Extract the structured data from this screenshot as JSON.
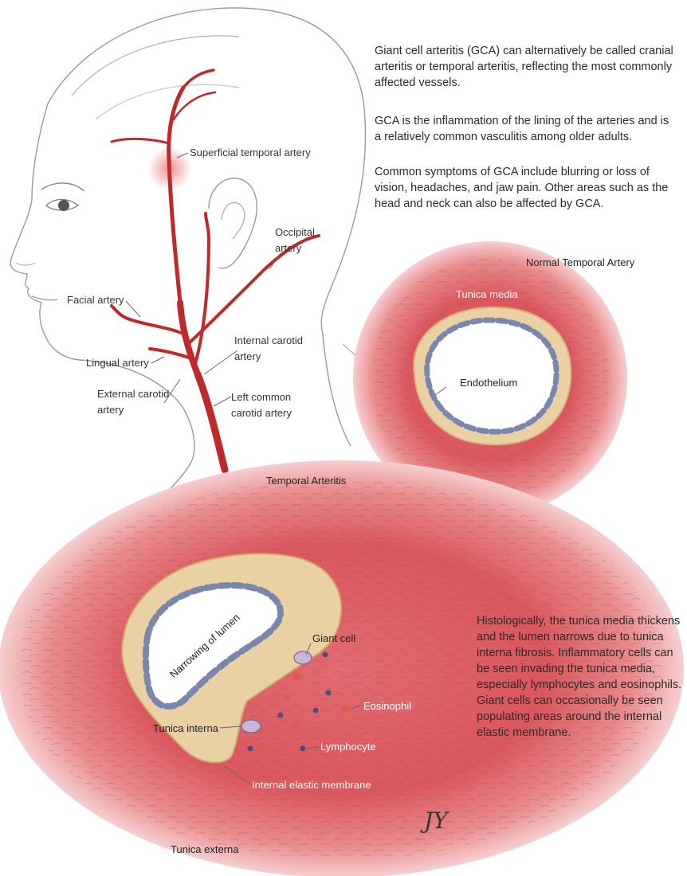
{
  "intro": {
    "p1": "Giant cell arteritis (GCA) can alternatively be called cranial arteritis or temporal arteritis, reflecting the most commonly affected vessels.",
    "p2": "GCA is the inflammation of the lining of the arteries and is a relatively common vasculitis among older adults.",
    "p3": "Common symptoms of GCA include blurring or loss of vision, headaches, and jaw pain. Other areas such as the head and neck can also be affected by GCA."
  },
  "head_labels": {
    "superficial_temporal": "Superficial temporal artery",
    "occipital_1": "Occipital",
    "occipital_2": "artery",
    "facial": "Facial artery",
    "internal_carotid_1": "Internal carotid",
    "internal_carotid_2": "artery",
    "lingual": "Lingual artery",
    "external_carotid_1": "External carotid",
    "external_carotid_2": "artery",
    "left_common_1": "Left common",
    "left_common_2": "carotid artery"
  },
  "normal_artery": {
    "title": "Normal Temporal Artery",
    "tunica_media": "Tunica media",
    "endothelium": "Endothelium"
  },
  "arteritis": {
    "title": "Temporal Arteritis",
    "narrowing": "Narrowing of lumen",
    "giant_cell": "Giant cell",
    "eosinophil": "Eosinophil",
    "tunica_interna": "Tunica interna",
    "lymphocyte": "Lymphocyte",
    "internal_elastic": "Internal elastic membrane",
    "tunica_externa": "Tunica externa"
  },
  "histology": "Histologically, the tunica media thickens and the lumen narrows due to tunica interna fibrosis. Inflammatory cells can be seen invading the tunica media, especially lymphocytes and eosinophils. Giant cells can occasionally be seen populating areas around the internal elastic membrane.",
  "signature": "JY",
  "colors": {
    "artery": "#c0282a",
    "vessel_wall": "#d25a5e",
    "intima": "#ead1a3",
    "endothelium": "#7b86ad",
    "text": "#2a2a2a"
  }
}
